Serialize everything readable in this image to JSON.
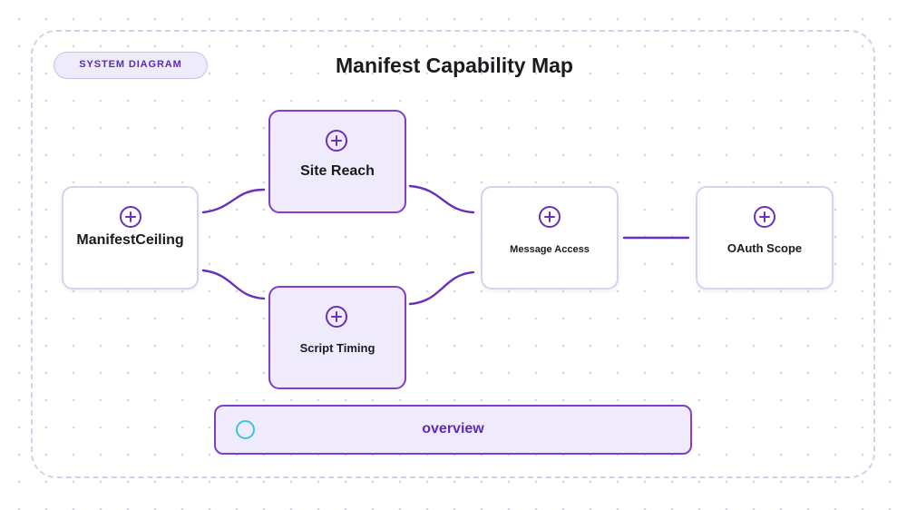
{
  "diagram": {
    "badge": "SYSTEM DIAGRAM",
    "title": "Manifest Capability Map",
    "nodes": {
      "manifest_ceiling": "ManifestCeiling",
      "site_reach": "Site Reach",
      "script_timing": "Script Timing",
      "message_access": "Message Access",
      "oauth_scope": "OAuth Scope"
    },
    "overview_label": "overview",
    "connections": [
      [
        "ManifestCeiling",
        "Site Reach"
      ],
      [
        "ManifestCeiling",
        "Script Timing"
      ],
      [
        "Site Reach",
        "Message Access"
      ],
      [
        "Script Timing",
        "Message Access"
      ],
      [
        "Message Access",
        "OAuth Scope"
      ]
    ]
  },
  "colors": {
    "accent": "#6a2fbd",
    "node_fill_highlight": "#efebfc",
    "indicator_ring": "#36c8d8"
  },
  "icons": {
    "node_icon": "plus-circle-icon",
    "overview_icon": "circle-outline-icon"
  }
}
